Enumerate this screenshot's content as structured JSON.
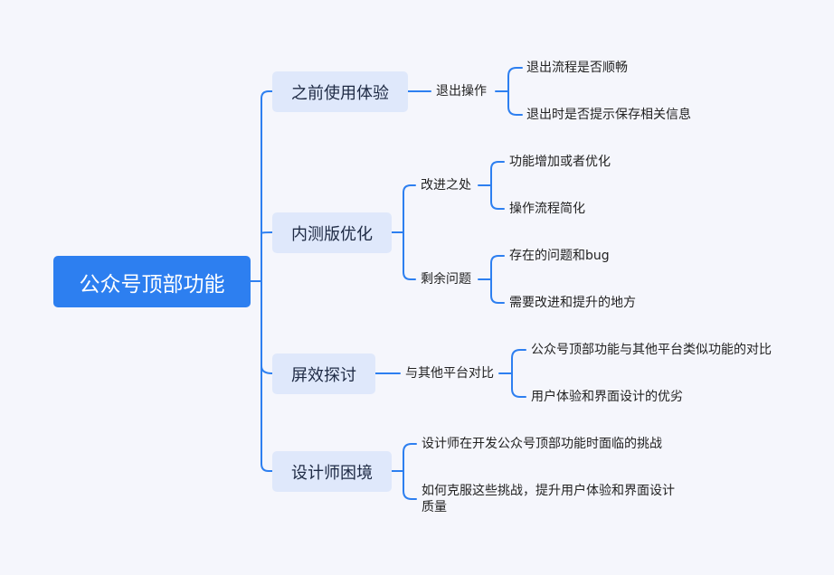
{
  "root": {
    "label": "公众号顶部功能"
  },
  "branches": [
    {
      "label": "之前使用体验",
      "children": [
        {
          "label": "退出操作",
          "children": [
            "退出流程是否顺畅",
            "退出时是否提示保存相关信息"
          ]
        }
      ]
    },
    {
      "label": "内测版优化",
      "children": [
        {
          "label": "改进之处",
          "children": [
            "功能增加或者优化",
            "操作流程简化"
          ]
        },
        {
          "label": "剩余问题",
          "children": [
            "存在的问题和bug",
            "需要改进和提升的地方"
          ]
        }
      ]
    },
    {
      "label": "屏效探讨",
      "children": [
        {
          "label": "与其他平台对比",
          "children": [
            "公众号顶部功能与其他平台类似功能的对比",
            "用户体验和界面设计的优劣"
          ]
        }
      ]
    },
    {
      "label": "设计师困境",
      "leaves": [
        "设计师在开发公众号顶部功能时面临的挑战",
        "如何克服这些挑战，提升用户体验和界面设计质量"
      ]
    }
  ],
  "colors": {
    "accent": "#2d7ff0",
    "category_bg": "#dfe8fb",
    "background": "#f5f6fc"
  }
}
